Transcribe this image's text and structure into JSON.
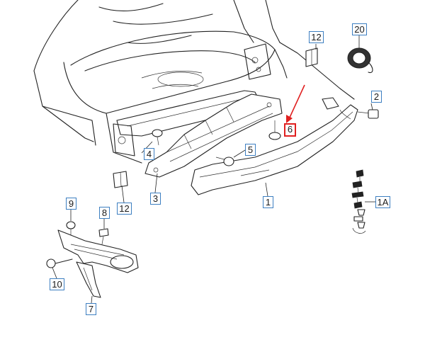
{
  "colors": {
    "callout_border": "#3d7fc1",
    "highlight_border": "#e02020",
    "arrow": "#e02020",
    "line": "#222222"
  },
  "callouts": {
    "c12_top": "12",
    "c20": "20",
    "c2": "2",
    "c6": "6",
    "c4": "4",
    "c5": "5",
    "c3": "3",
    "c12_bottom": "12",
    "c1": "1",
    "c1A": "1A",
    "c9": "9",
    "c8": "8",
    "c10": "10",
    "c7": "7"
  }
}
